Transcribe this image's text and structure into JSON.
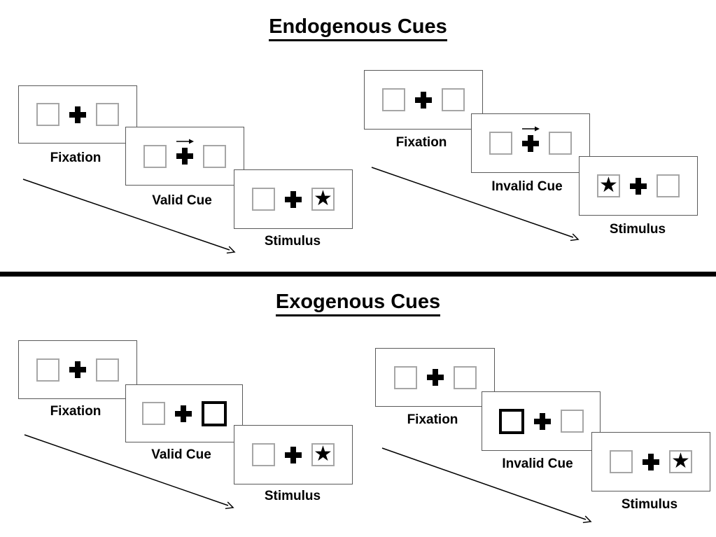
{
  "diagram": {
    "icons": {
      "star": "★"
    },
    "colors": {
      "panel_border": "#595959",
      "box_border": "#a6a6a6",
      "highlight_border": "#000000",
      "divider": "#000000",
      "text": "#000000"
    },
    "sections": [
      {
        "title": "Endogenous Cues",
        "groups": [
          {
            "type": "valid",
            "cue_style": "central-arrow-right",
            "stimulus_side": "right",
            "panels": [
              {
                "label": "Fixation"
              },
              {
                "label": "Valid Cue"
              },
              {
                "label": "Stimulus"
              }
            ]
          },
          {
            "type": "invalid",
            "cue_style": "central-arrow-right",
            "stimulus_side": "left",
            "panels": [
              {
                "label": "Fixation"
              },
              {
                "label": "Invalid Cue"
              },
              {
                "label": "Stimulus"
              }
            ]
          }
        ]
      },
      {
        "title": "Exogenous Cues",
        "groups": [
          {
            "type": "valid",
            "cue_style": "peripheral-box-right",
            "stimulus_side": "right",
            "panels": [
              {
                "label": "Fixation"
              },
              {
                "label": "Valid Cue"
              },
              {
                "label": "Stimulus"
              }
            ]
          },
          {
            "type": "invalid",
            "cue_style": "peripheral-box-left",
            "stimulus_side": "right",
            "panels": [
              {
                "label": "Fixation"
              },
              {
                "label": "Invalid Cue"
              },
              {
                "label": "Stimulus"
              }
            ]
          }
        ]
      }
    ]
  }
}
